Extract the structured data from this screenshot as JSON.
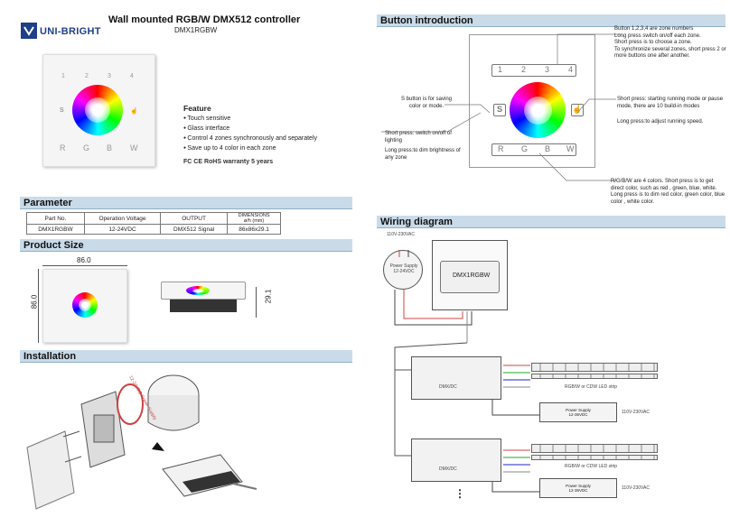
{
  "header": {
    "logo_text": "UNI-BRIGHT",
    "title": "Wall mounted RGB/W DMX512 controller",
    "model": "DMX1RGBW"
  },
  "panel_keys": {
    "nums": [
      "1",
      "2",
      "3",
      "4"
    ],
    "s": "S",
    "rgbw": [
      "R",
      "G",
      "B",
      "W"
    ]
  },
  "features": {
    "title": "Feature",
    "items": [
      "Touch sensitive",
      "Glass interface",
      "Control 4 zones synchronously and separately",
      "Save up to 4 color in each zone"
    ]
  },
  "cert_text": "FC CE RoHS warranty 5 years",
  "sections": {
    "parameter": "Parameter",
    "product_size": "Product Size",
    "installation": "Installation",
    "button_intro": "Button introduction",
    "wiring": "Wiring diagram"
  },
  "param_table": {
    "headers": [
      "Part No.",
      "Operation Voltage",
      "OUTPUT",
      "DIMENSIONS\nø/h (mm)"
    ],
    "row": [
      "DMX1RGBW",
      "12-24VDC",
      "DMX512 Signal",
      "86x86x29.1"
    ]
  },
  "sizes": {
    "width": "86.0",
    "height": "86.0",
    "depth": "29.1"
  },
  "install": {
    "ring_text": "12-24VDC Power Supply"
  },
  "button_notes": {
    "zones": "Button 1,2,3,4 are zone numbers\nLong press switch on/off each zone.\nShort press is to choose a zone.\nTo synchronize several zones, short press 2 or more buttons one after another.",
    "s_button": "S button is for saving\ncolor or mode.",
    "short_switch": "Short press: switch on/off of lighting",
    "long_dim": "Long press:to dim brightness of any zone",
    "running": "Short press: starting running mode or pause mode, there are 10 build-in modes",
    "speed": "Long press:to adjust running speed.",
    "rgbw": "R/G/B/W are 4 colors. Short press is to get direct color, such as red , green, blue, white. Long press is to dim red color, green color, blue color , white color."
  },
  "wiring": {
    "ac": "110V-230VAC",
    "ps": "Power Supply\n12-24VDC",
    "device": "DMX1RGBW",
    "strip_label": "RGB/W or CDW LED strip",
    "psu_label": "Power Supply\n12-36VDC",
    "ac_small": "110V-230VAC",
    "decoder": "DMX/DC",
    "more": "⋮"
  },
  "colors": {
    "section_bg": "#c9dbe9",
    "logo_blue": "#1f3f86"
  }
}
